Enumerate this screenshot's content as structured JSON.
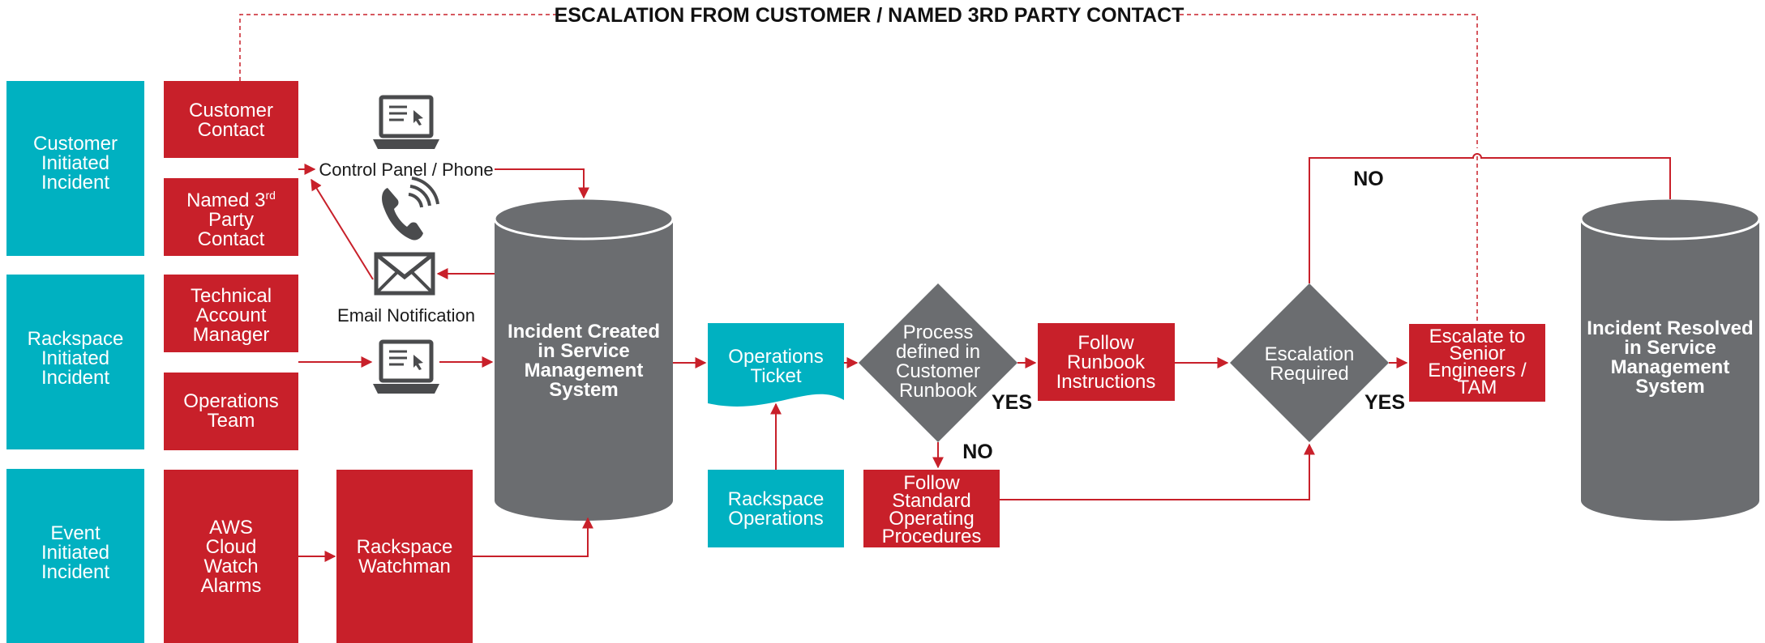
{
  "colors": {
    "teal": "#00b1c1",
    "red": "#c8202a",
    "gray": "#6b6d70",
    "line": "#c8202a"
  },
  "escalation_label": "ESCALATION FROM CUSTOMER / NAMED 3RD PARTY CONTACT",
  "sources": {
    "customer": [
      "Customer",
      "Initiated",
      "Incident"
    ],
    "rackspace": [
      "Rackspace",
      "Initiated",
      "Incident"
    ],
    "event": [
      "Event",
      "Initiated",
      "Incident"
    ]
  },
  "contacts": {
    "customer_contact": [
      "Customer",
      "Contact"
    ],
    "named_party": {
      "line1_main": "Named 3",
      "line1_sup": "rd",
      "line2": "Party",
      "line3": "Contact"
    },
    "tam": [
      "Technical",
      "Account",
      "Manager"
    ],
    "ops_team": [
      "Operations",
      "Team"
    ],
    "aws": [
      "AWS",
      "Cloud",
      "Watch",
      "Alarms"
    ],
    "watchman": [
      "Rackspace",
      "Watchman"
    ]
  },
  "channels": {
    "control_panel": "Control Panel / Phone",
    "email": "Email Notification",
    "icons": [
      "laptop-icon",
      "phone-icon",
      "email-icon",
      "laptop-icon"
    ]
  },
  "incident_created": [
    "Incident Created",
    "in Service",
    "Management",
    "System"
  ],
  "operations_ticket": [
    "Operations",
    "Ticket"
  ],
  "rackspace_operations": [
    "Rackspace",
    "Operations"
  ],
  "runbook_decision": [
    "Process",
    "defined in",
    "Customer",
    "Runbook"
  ],
  "follow_runbook": [
    "Follow",
    "Runbook",
    "Instructions"
  ],
  "follow_sop": [
    "Follow",
    "Standard",
    "Operating",
    "Procedures"
  ],
  "escalation_decision": [
    "Escalation",
    "Required"
  ],
  "escalate_senior": [
    "Escalate to",
    "Senior",
    "Engineers /",
    "TAM"
  ],
  "incident_resolved": [
    "Incident Resolved",
    "in Service",
    "Management",
    "System"
  ],
  "labels": {
    "yes": "YES",
    "no": "NO"
  }
}
